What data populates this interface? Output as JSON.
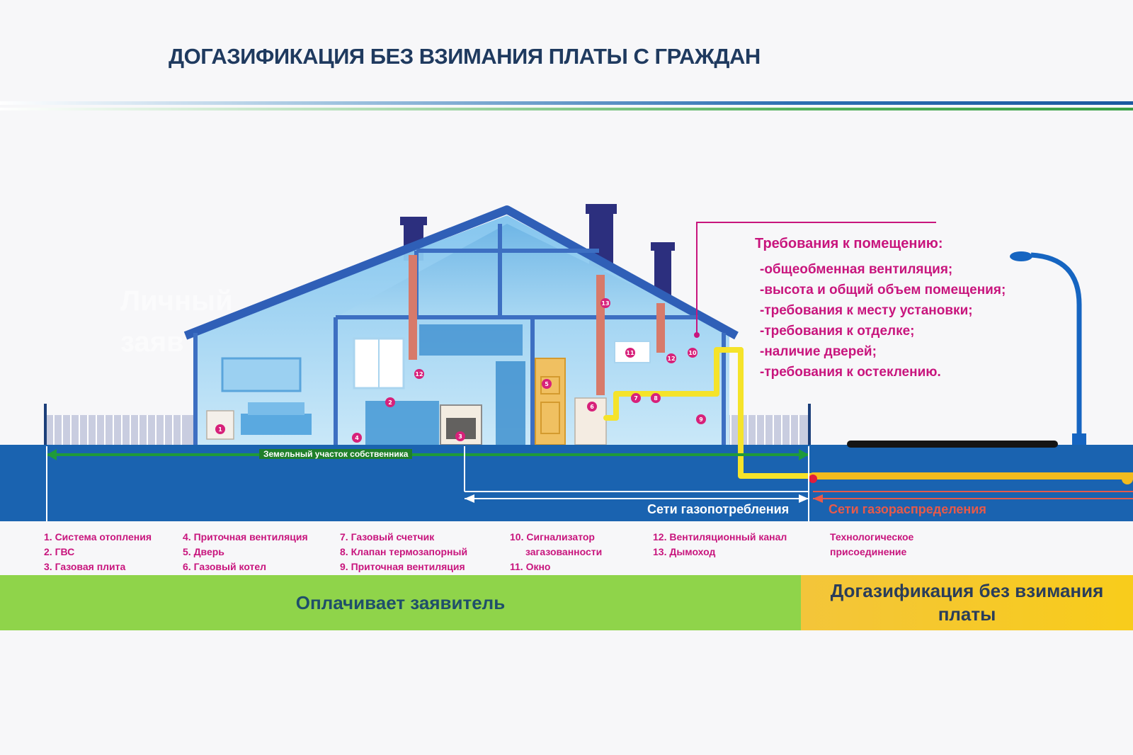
{
  "title": "ДОГАЗИФИКАЦИЯ БЕЗ ВЗИМАНИЯ ПЛАТЫ С ГРАЖДАН",
  "colors": {
    "ground": "#1a63b0",
    "land_arrow": "#1f7f2a",
    "gas_pipe": "#f5e32a",
    "distribution_pipe": "#f2bb1e",
    "requirements_text": "#c8157d",
    "pay_band": "#8fd44a",
    "free_band": "#f8cc1b"
  },
  "requirements": {
    "title": "Требования к помещению:",
    "items": [
      "-общеобменная вентиляция;",
      "-высота и общий объем помещения;",
      "-требования к месту установки;",
      "-требования к отделке;",
      "-наличие дверей;",
      "-требования к остеклению."
    ]
  },
  "zones": {
    "land": "Земельный участок собственника",
    "consumption": "Сети газопотребления",
    "distribution": "Сети газораспределения"
  },
  "legend": {
    "col1": [
      "1. Система отопления",
      "2. ГВС",
      "3. Газовая плита"
    ],
    "col2": [
      "4. Приточная вентиляция",
      "5. Дверь",
      "6. Газовый котел"
    ],
    "col3": [
      "7. Газовый счетчик",
      "8. Клапан термозапорный",
      "9. Приточная вентиляция"
    ],
    "col4": [
      "10. Сигнализатор",
      "загазованности",
      "11. Окно"
    ],
    "col5": [
      "12. Вентиляционный канал",
      "13. Дымоход"
    ],
    "col6": [
      "Технологическое",
      "присоединение"
    ]
  },
  "bands": {
    "pay": "Оплачивает заявитель",
    "free": "Догазификация без взимания платы"
  },
  "watermark": [
    "Личный",
    "заяв"
  ],
  "markers": [
    "1",
    "2",
    "3",
    "4",
    "5",
    "6",
    "7",
    "8",
    "9",
    "10",
    "11",
    "12",
    "12",
    "13"
  ]
}
